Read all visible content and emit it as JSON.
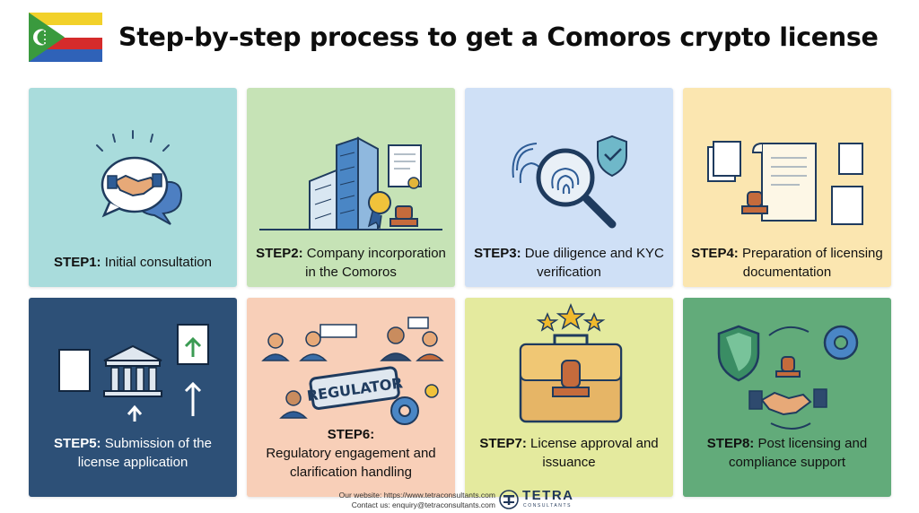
{
  "header": {
    "title": "Step-by-step process to get a Comoros crypto license",
    "flag_colors": [
      "#f2d12a",
      "#ffffff",
      "#d52b2b",
      "#2f62b8",
      "#3a9a3e"
    ]
  },
  "steps": [
    {
      "label": "STEP1:",
      "text": "Initial consultation",
      "bg": "#a9dcdc",
      "icon": "handshake-speech-bubble-icon"
    },
    {
      "label": "STEP2:",
      "text": "Company incorporation in the Comoros",
      "bg": "#c6e3b6",
      "icon": "office-building-certificate-icon"
    },
    {
      "label": "STEP3:",
      "text": "Due diligence and KYC verification",
      "bg": "#cfe0f6",
      "icon": "fingerprint-magnifier-shield-icon"
    },
    {
      "label": "STEP4:",
      "text": "Preparation of licensing documentation",
      "bg": "#fbe6b0",
      "icon": "documents-stamp-scroll-icon"
    },
    {
      "label": "STEP5:",
      "text": "Submission of the license application",
      "bg": "#2d5077",
      "icon": "bank-documents-upload-icon"
    },
    {
      "label": "STEP6:",
      "text": "Regulatory engagement and clarification handling",
      "bg": "#f8cfb8",
      "icon": "regulator-stamp-people-icon",
      "stamp_text": "REGULATOR"
    },
    {
      "label": "STEP7:",
      "text": "License approval and issuance",
      "bg": "#e4ea9e",
      "icon": "briefcase-stamp-stars-icon"
    },
    {
      "label": "STEP8:",
      "text": "Post licensing and compliance support",
      "bg": "#62ab7a",
      "icon": "shield-handshake-gear-icon"
    }
  ],
  "footer": {
    "website": "Our website: https://www.tetraconsultants.com",
    "contact": "Contact us: enquiry@tetraconsultants.com",
    "brand": "TETRA",
    "brand_sub": "CONSULTANTS"
  }
}
